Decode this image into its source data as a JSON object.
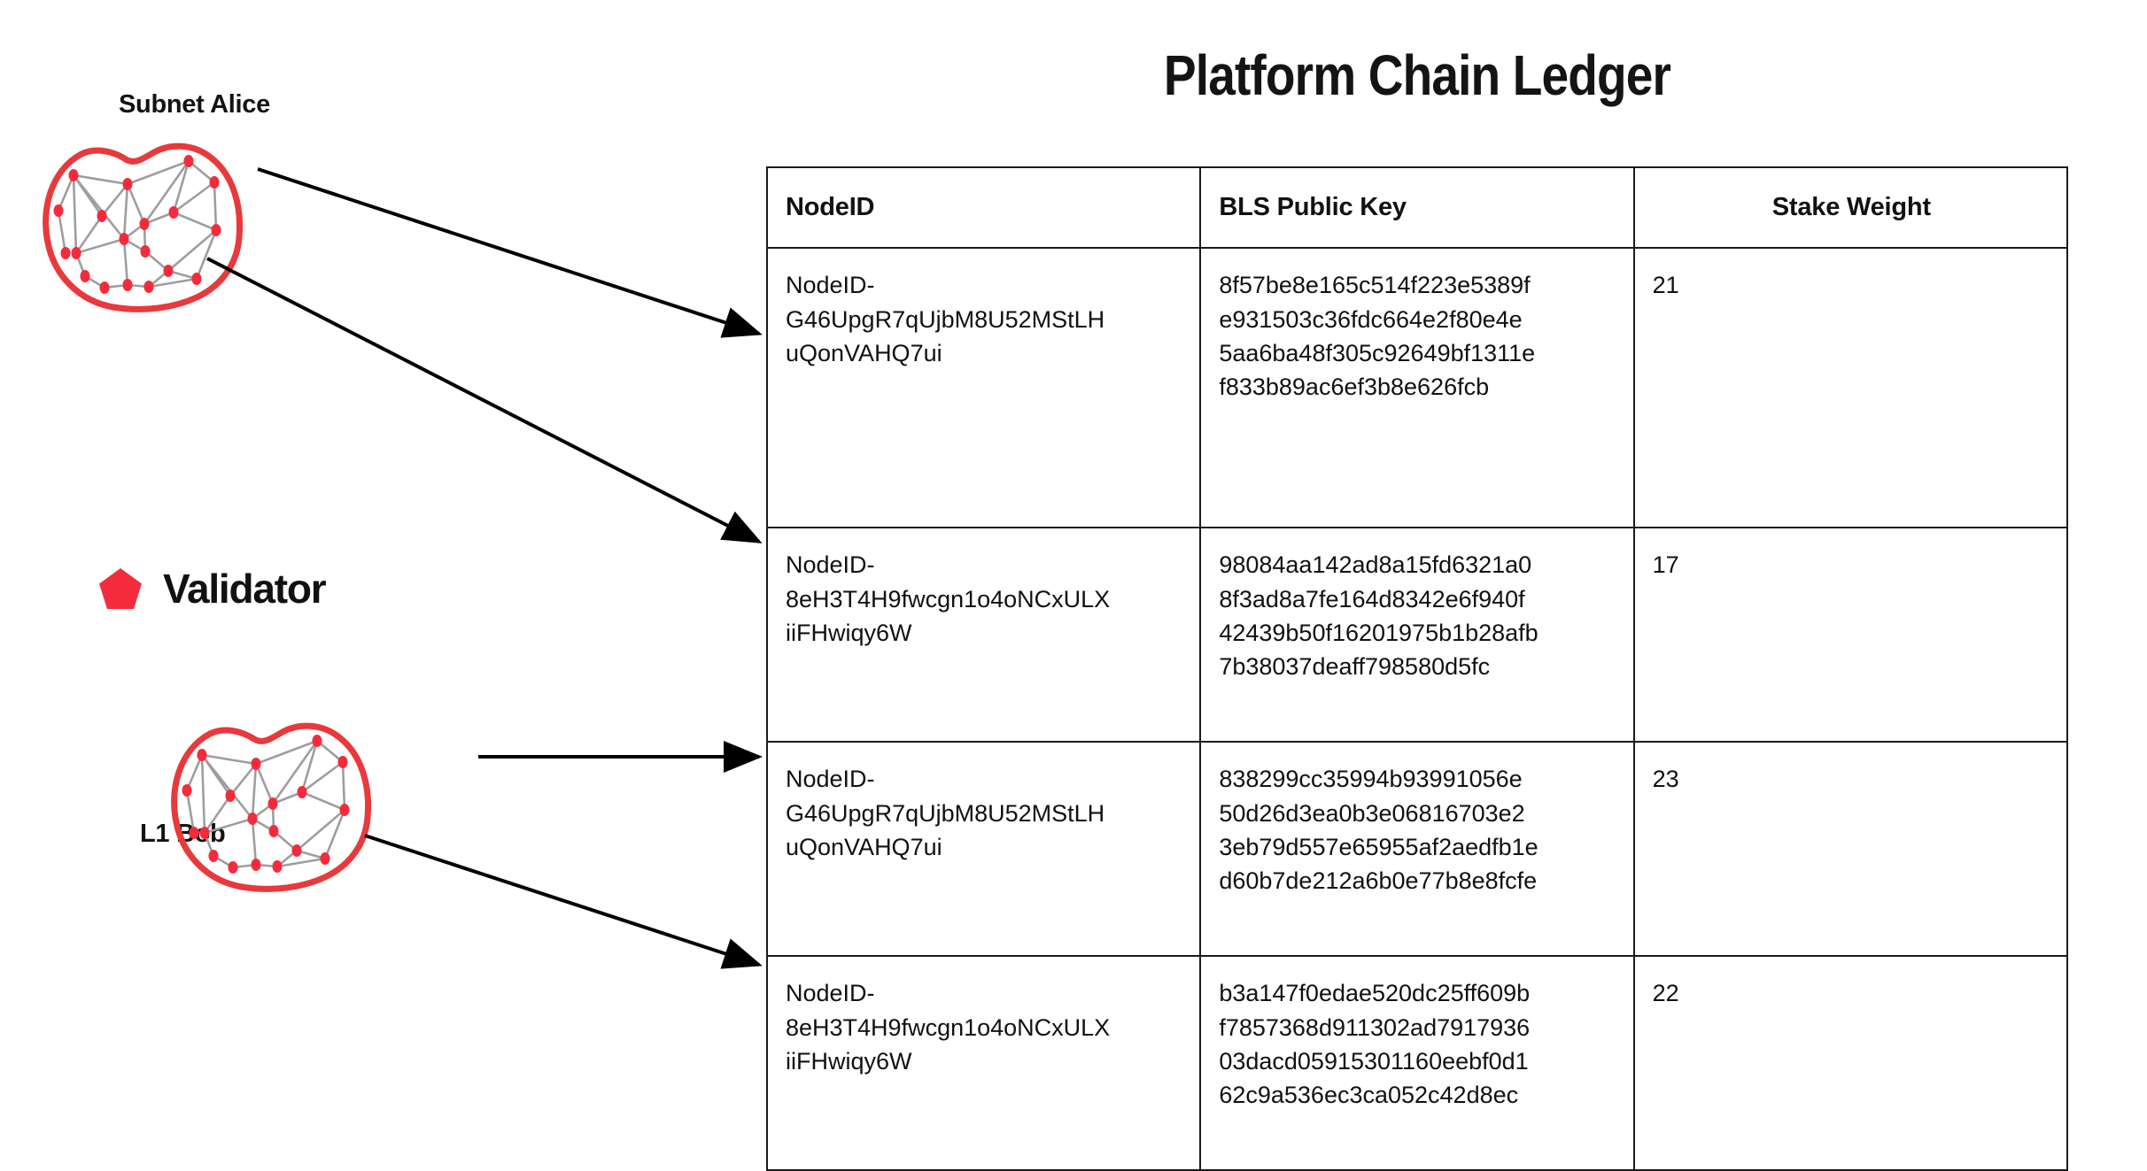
{
  "title": "Platform Chain Ledger",
  "colors": {
    "validator_red": "#F52B3C",
    "blob_outline_red": "#E8393C",
    "edge_gray": "#9e9e9e",
    "arrow_black": "#000000",
    "table_border": "#1b1b1b",
    "text": "#111111"
  },
  "legend": {
    "pentagon_icon": "pentagon-icon",
    "label": "Validator"
  },
  "subnets": [
    {
      "id": "subnet-alice",
      "label": "Subnet Alice",
      "node_count": 18
    },
    {
      "id": "l1-bob",
      "label": "L1 Bob",
      "node_count": 18
    }
  ],
  "table": {
    "headers": [
      "NodeID",
      "BLS Public Key",
      "Stake Weight"
    ],
    "rows": [
      {
        "nodeid_lines": [
          "NodeID-",
          "G46UpgR7qUjbM8U52MStLH",
          "uQonVAHQ7ui"
        ],
        "nodeid": "NodeID-G46UpgR7qUjbM8U52MStLHuQonVAHQ7ui",
        "bls_lines": [
          "8f57be8e165c514f223e5389f",
          "e931503c36fdc664e2f80e4e",
          "5aa6ba48f305c92649bf1311e",
          "f833b89ac6ef3b8e626fcb"
        ],
        "bls": "8f57be8e165c514f223e5389fe931503c36fdc664e2f80e4e5aa6ba48f305c92649bf1311ef833b89ac6ef3b8e626fcb",
        "stake": "21"
      },
      {
        "nodeid_lines": [
          "NodeID-",
          "8eH3T4H9fwcgn1o4oNCxULX",
          "iiFHwiqy6W"
        ],
        "nodeid": "NodeID-8eH3T4H9fwcgn1o4oNCxULXiiFHwiqy6W",
        "bls_lines": [
          "98084aa142ad8a15fd6321a0",
          "8f3ad8a7fe164d8342e6f940f",
          "42439b50f16201975b1b28afb",
          "7b38037deaff798580d5fc"
        ],
        "bls": "98084aa142ad8a15fd6321a08f3ad8a7fe164d8342e6f940f42439b50f16201975b1b28afb7b38037deaff798580d5fc",
        "stake": "17"
      },
      {
        "nodeid_lines": [
          "NodeID-",
          "G46UpgR7qUjbM8U52MStLH",
          "uQonVAHQ7ui"
        ],
        "nodeid": "NodeID-G46UpgR7qUjbM8U52MStLHuQonVAHQ7ui",
        "bls_lines": [
          "838299cc35994b93991056e",
          "50d26d3ea0b3e06816703e2",
          "3eb79d557e65955af2aedfb1e",
          "d60b7de212a6b0e77b8e8fcfe"
        ],
        "bls": "838299cc35994b93991056e50d26d3ea0b3e06816703e23eb79d557e65955af2aedfb1ed60b7de212a6b0e77b8e8fcfe",
        "stake": "23"
      },
      {
        "nodeid_lines": [
          "NodeID-",
          "8eH3T4H9fwcgn1o4oNCxULX",
          "iiFHwiqy6W"
        ],
        "nodeid": "NodeID-8eH3T4H9fwcgn1o4oNCxULXiiFHwiqy6W",
        "bls_lines": [
          "b3a147f0edae520dc25ff609b",
          "f7857368d911302ad7917936",
          "03dacd05915301160eebf0d1",
          "62c9a536ec3ca052c42d8ec"
        ],
        "bls": "b3a147f0edae520dc25ff609bf7857368d911302ad791793603dacd05915301160eebf0d162c9a536ec3ca052c42d8ec",
        "stake": "22"
      }
    ]
  },
  "arrows": [
    {
      "name": "arrow-alice-node-to-row1",
      "from": "subnet-alice",
      "to_row": 1
    },
    {
      "name": "arrow-alice-node-to-row2",
      "from": "subnet-alice",
      "to_row": 2
    },
    {
      "name": "arrow-bob-node-to-row3",
      "from": "l1-bob",
      "to_row": 3
    },
    {
      "name": "arrow-bob-node-to-row4",
      "from": "l1-bob",
      "to_row": 4
    }
  ]
}
